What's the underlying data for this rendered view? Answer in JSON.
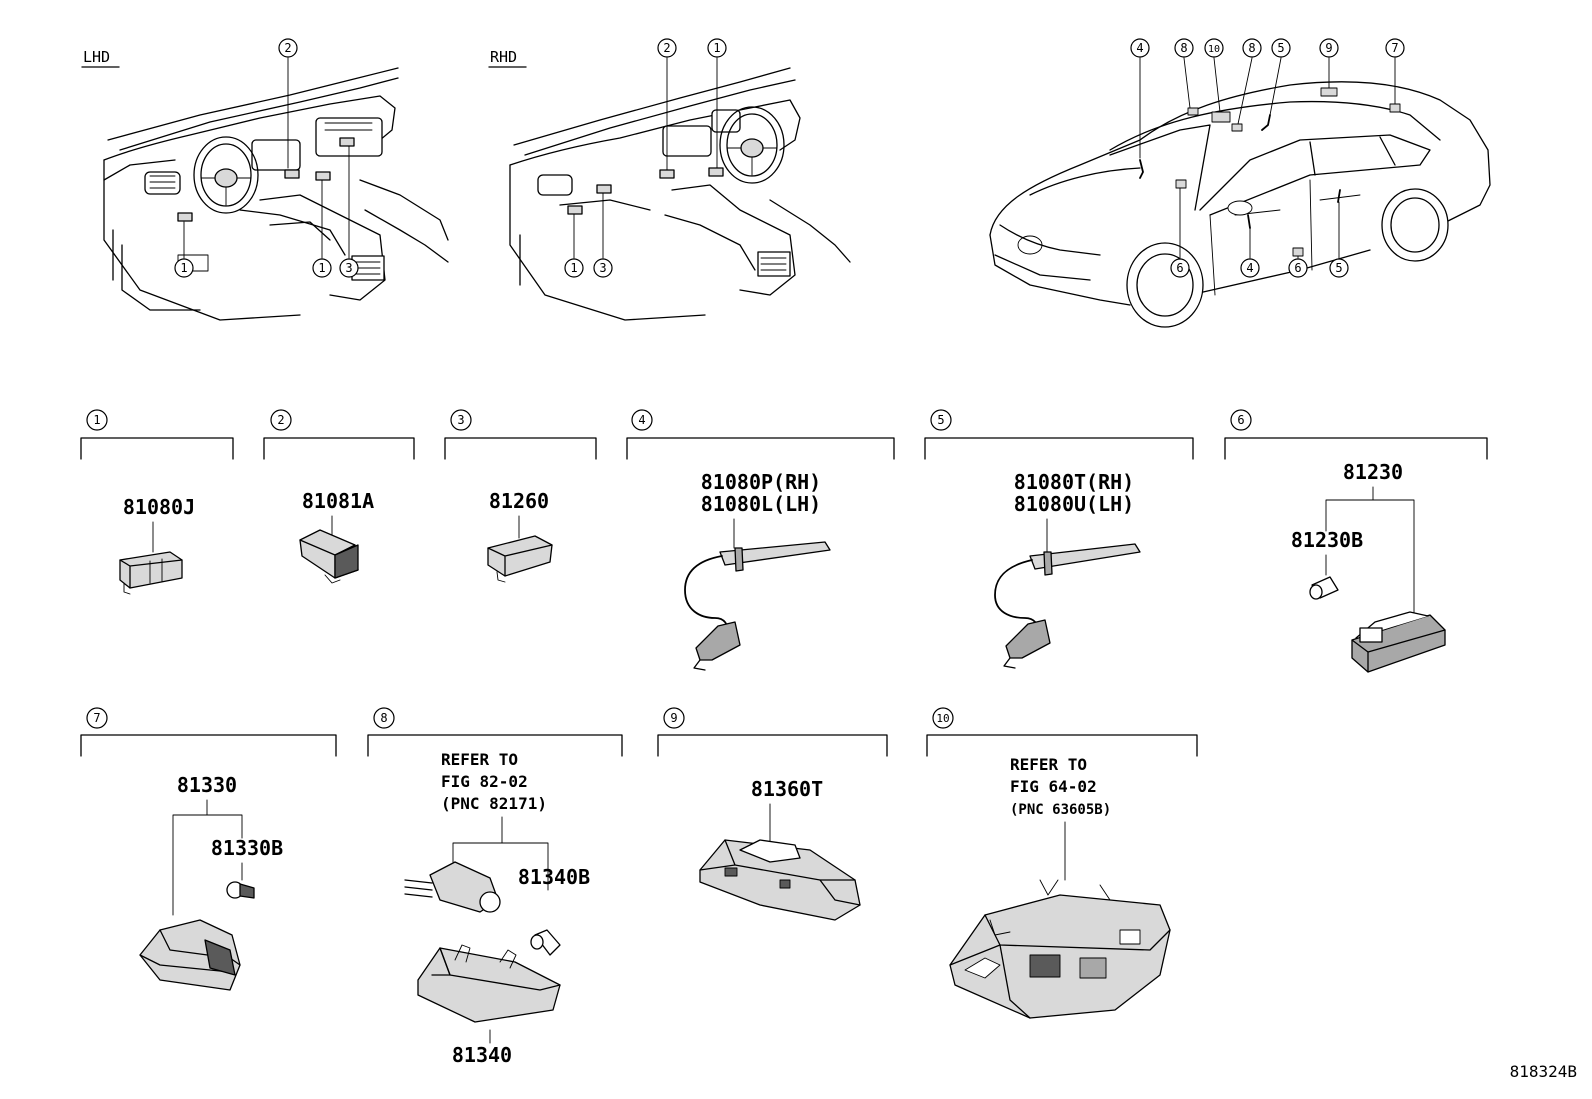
{
  "drive_labels": {
    "lhd": "LHD",
    "rhd": "RHD"
  },
  "figure_number": "818324B",
  "callouts": {
    "lhd": [
      "2",
      "1",
      "1",
      "3"
    ],
    "rhd": [
      "2",
      "1",
      "1",
      "3"
    ],
    "car_top": [
      "4",
      "8",
      "10",
      "8",
      "5",
      "9",
      "7"
    ],
    "car_bottom": [
      "6",
      "4",
      "6",
      "5"
    ]
  },
  "groups": [
    {
      "index": "1",
      "parts": [
        "81080J"
      ]
    },
    {
      "index": "2",
      "parts": [
        "81081A"
      ]
    },
    {
      "index": "3",
      "parts": [
        "81260"
      ]
    },
    {
      "index": "4",
      "parts": [
        "81080P(RH)",
        "81080L(LH)"
      ]
    },
    {
      "index": "5",
      "parts": [
        "81080T(RH)",
        "81080U(LH)"
      ]
    },
    {
      "index": "6",
      "parts": [
        "81230",
        "81230B"
      ]
    },
    {
      "index": "7",
      "parts": [
        "81330",
        "81330B"
      ]
    },
    {
      "index": "8",
      "parts": [
        "81340B",
        "81340"
      ],
      "reference": [
        "REFER TO",
        "FIG 82-02",
        "(PNC 82171)"
      ]
    },
    {
      "index": "9",
      "parts": [
        "81360T"
      ]
    },
    {
      "index": "10",
      "parts": [],
      "reference": [
        "REFER TO",
        "FIG 64-02",
        "(PNC 63605B)"
      ]
    }
  ]
}
